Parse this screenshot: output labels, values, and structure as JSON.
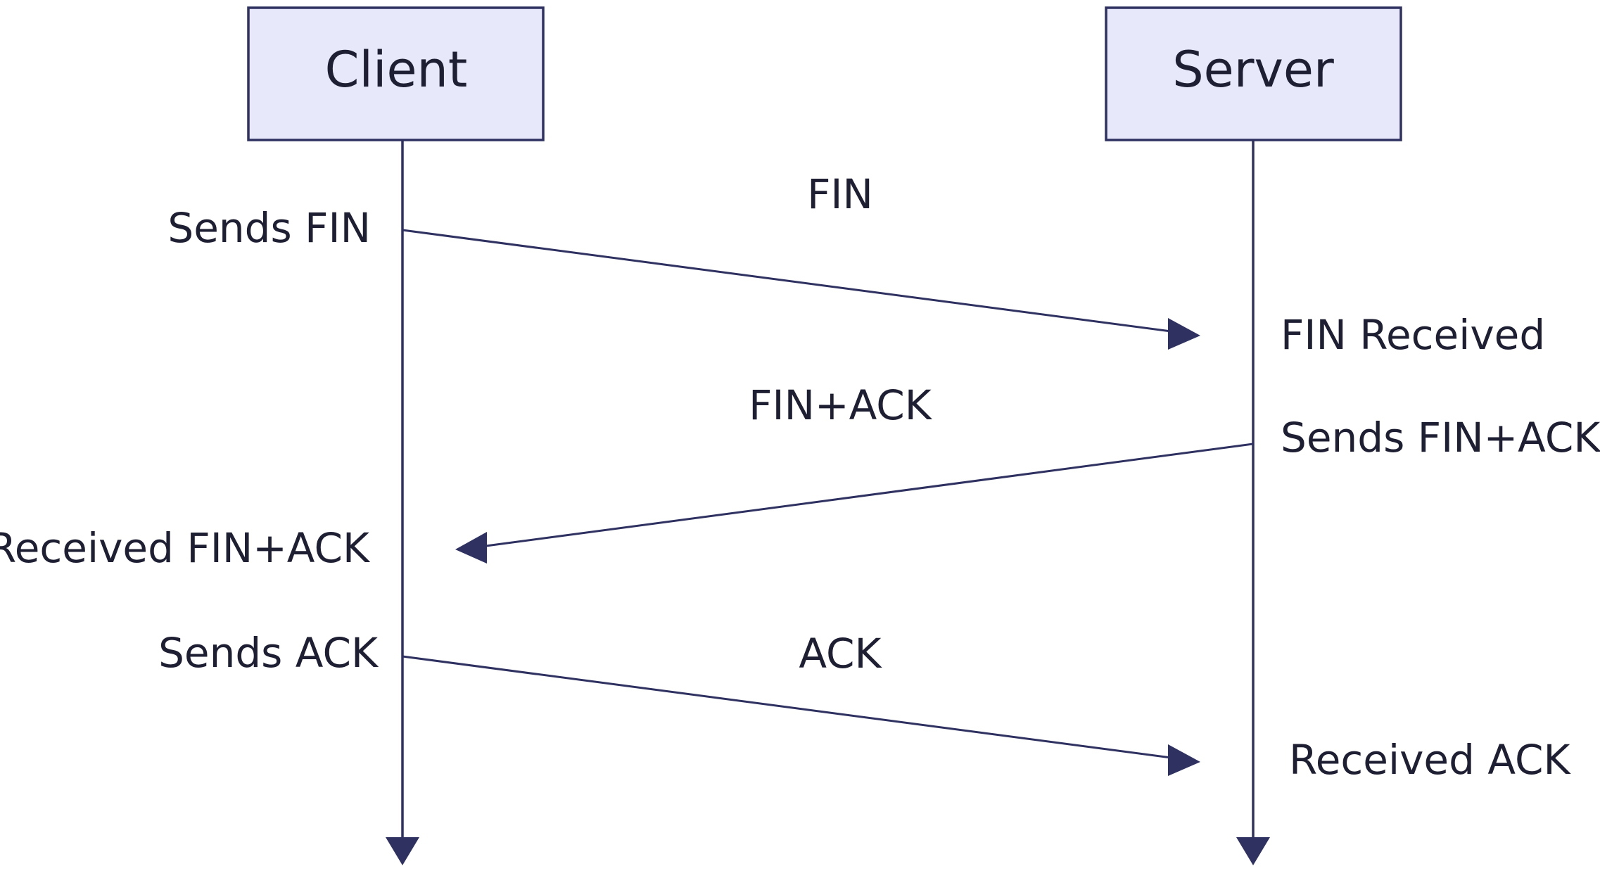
{
  "colors": {
    "participant_fill": "#e8e8fb",
    "line": "#2f3161",
    "text": "#1f1f33"
  },
  "participants": [
    {
      "id": "client",
      "label": "Client"
    },
    {
      "id": "server",
      "label": "Server"
    }
  ],
  "messages": [
    {
      "from": "client",
      "to": "server",
      "label": "FIN",
      "from_note": "Sends FIN",
      "to_note": "FIN Received"
    },
    {
      "from": "server",
      "to": "client",
      "label": "FIN+ACK",
      "from_note": "Sends FIN+ACK",
      "to_note": "Received FIN+ACK"
    },
    {
      "from": "client",
      "to": "server",
      "label": "ACK",
      "from_note": "Sends ACK",
      "to_note": "Received ACK"
    }
  ]
}
